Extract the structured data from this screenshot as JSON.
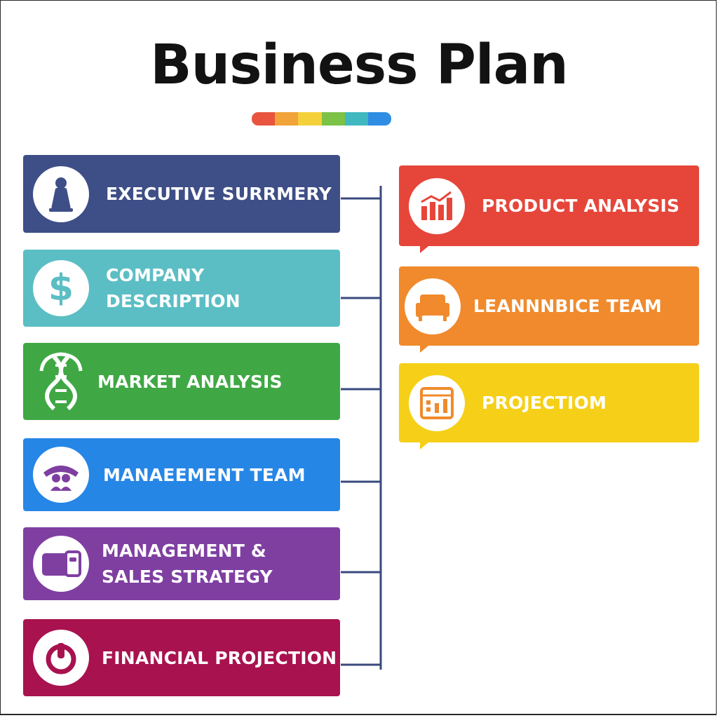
{
  "title": "Business Plan",
  "rainbow_colors": [
    "#e8543e",
    "#f2a33a",
    "#f4d13a",
    "#7cc247",
    "#3fb8c0",
    "#2f8de4"
  ],
  "left_items": [
    {
      "label": "EXECUTIVE SURRMERY",
      "color": "#3e4e86",
      "icon": "user-figure-icon"
    },
    {
      "label": "COMPANY DESCRIPTION",
      "color": "#5bbec4",
      "icon": "dollar-icon"
    },
    {
      "label": "MARKET ANALYSIS",
      "color": "#3fa844",
      "icon": "dna-icon"
    },
    {
      "label": "MANAEEMENT TEAM",
      "color": "#2686e6",
      "icon": "team-icon"
    },
    {
      "label": "MANAGEMENT & SALES STRATEGY",
      "color": "#7f3fa1",
      "icon": "wallet-icon"
    },
    {
      "label": "FINANCIAL PROJECTION",
      "color": "#a8124f",
      "icon": "power-icon"
    }
  ],
  "right_items": [
    {
      "label": "PRODUCT ANALYSIS",
      "color": "#e6463a",
      "icon": "bar-chart-icon"
    },
    {
      "label": "LEANNNBICE TEAM",
      "color": "#f08a2c",
      "icon": "sofa-icon"
    },
    {
      "label": "PROJECTIOm",
      "color": "#f6cf18",
      "icon": "calendar-chart-icon"
    }
  ],
  "connector_color": "#3a4a7e"
}
